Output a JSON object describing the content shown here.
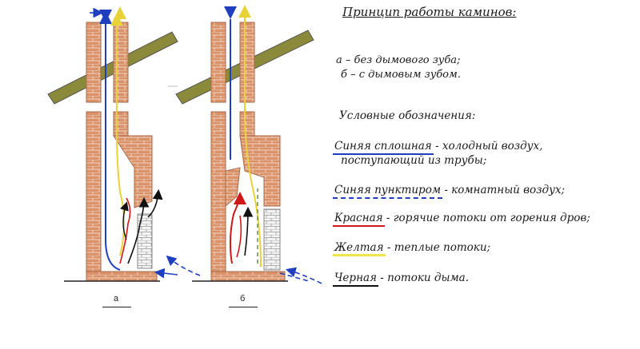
{
  "title": "Принцип работы каминов:",
  "variants": {
    "a": "а – без дымового зуба;",
    "b": "б – с дымовым зубом."
  },
  "legend_heading": "Условные обозначения:",
  "legend": [
    {
      "term": "Синяя сплошная",
      "rest": " - холодный воздух,",
      "rest2": "поступающий из трубы;",
      "color": "#1f3fbf",
      "style": "solid"
    },
    {
      "term": "Синяя пунктиром",
      "rest": " - комнатный воздух;",
      "color": "#1f3fbf",
      "style": "dashed"
    },
    {
      "term": "Красная",
      "rest": " - горячие потоки от горения дров;",
      "color": "#d01818",
      "style": "solid"
    },
    {
      "term": "Желтая",
      "rest": " - теплые потоки;",
      "color": "#f2e44a",
      "style": "solid"
    },
    {
      "term": "Черная",
      "rest": " - потоки дыма.",
      "color": "#111111",
      "style": "solid"
    }
  ],
  "captions": {
    "a": "а",
    "b": "б"
  },
  "colors": {
    "brick": "#d9926a",
    "brick_mortar": "#f3d2bf",
    "cold_air": "#1f3fbf",
    "hot_flow": "#d01818",
    "warm_flow": "#f2e44a",
    "smoke": "#111111",
    "roof_beam": "#8a8a3a"
  }
}
